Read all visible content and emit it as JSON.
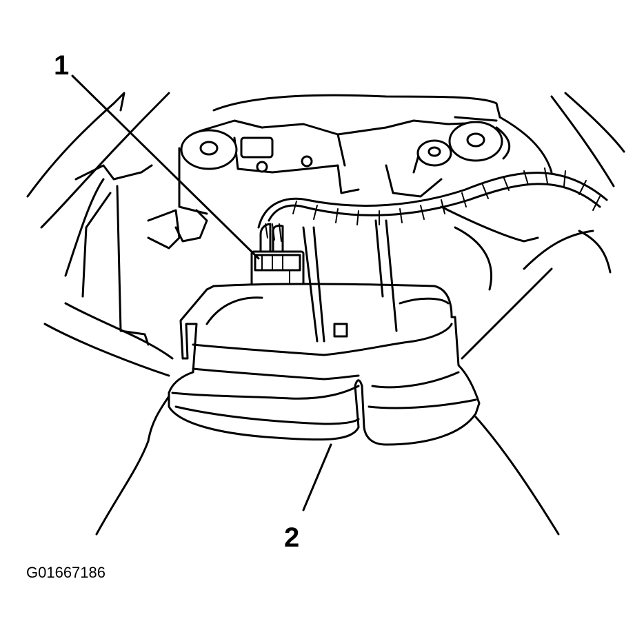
{
  "callouts": {
    "one": "1",
    "two": "2"
  },
  "figure_id": "G01667186"
}
